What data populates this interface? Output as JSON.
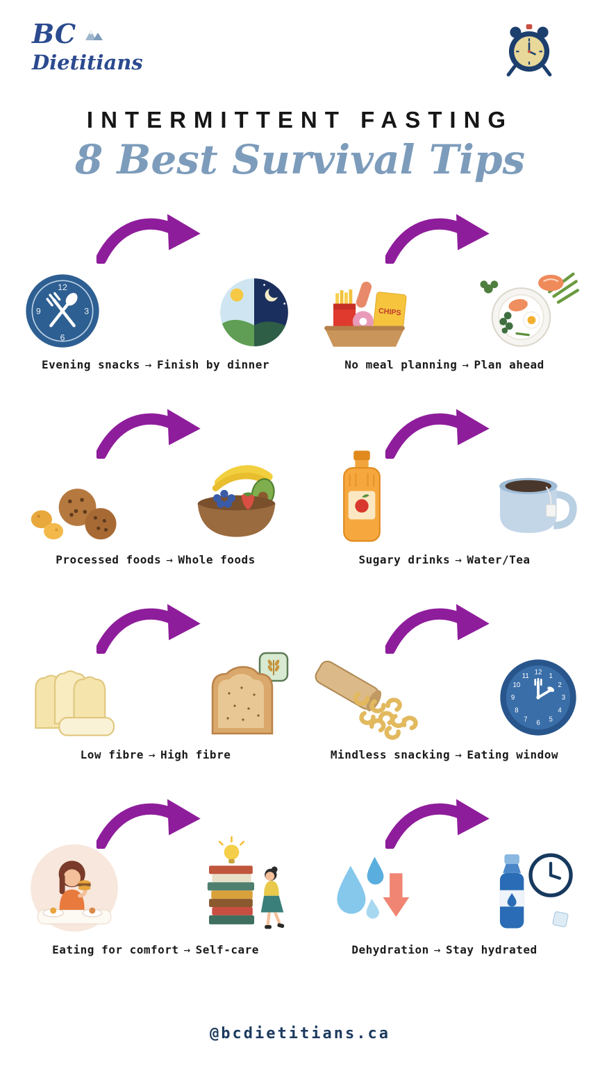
{
  "brand": {
    "line1": "BC",
    "line2": "Dietitians"
  },
  "header": {
    "title": "INTERMITTENT FASTING",
    "subtitle": "8 Best Survival Tips"
  },
  "ui": {
    "arrow_glyph": "→"
  },
  "tips": [
    {
      "from": "Evening snacks",
      "to": "Finish by dinner"
    },
    {
      "from": "No meal planning",
      "to": "Plan ahead"
    },
    {
      "from": "Processed foods",
      "to": "Whole foods"
    },
    {
      "from": "Sugary drinks",
      "to": "Water/Tea"
    },
    {
      "from": "Low fibre",
      "to": "High fibre"
    },
    {
      "from": "Mindless snacking",
      "to": "Eating window"
    },
    {
      "from": "Eating for comfort",
      "to": "Self-care"
    },
    {
      "from": "Dehydration",
      "to": "Stay hydrated"
    }
  ],
  "icons": {
    "chips_label": "CHIPS",
    "clock_quarter_numbers": [
      "12",
      "3",
      "6",
      "9"
    ],
    "clock_face_numbers": [
      "12",
      "1",
      "2",
      "3",
      "4",
      "5",
      "6",
      "7",
      "8",
      "9",
      "10",
      "11"
    ]
  },
  "footer": {
    "handle": "@bcdietitians.ca"
  },
  "colors": {
    "arrow": "#8e1d9b",
    "subtitle": "#7d9cbb",
    "logo": "#2b4a8f",
    "footer": "#1c3a5e",
    "title": "#161616"
  }
}
